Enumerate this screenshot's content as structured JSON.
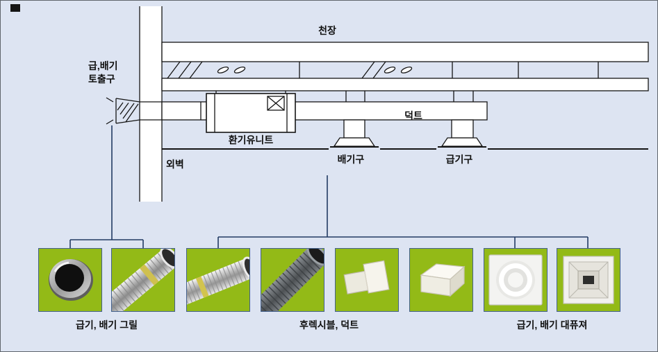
{
  "page": {
    "background_color": "#dde4f2",
    "border_color": "#60656c"
  },
  "diagram": {
    "line_color": "#141414",
    "connector_color": "#223a63",
    "labels": {
      "ceiling": "천장",
      "outlet_line1": "급,배기",
      "outlet_line2": "토출구",
      "vent_unit": "환기유니트",
      "duct": "덕트",
      "exhaust_vent": "배기구",
      "supply_vent": "급기구",
      "outer_wall": "외벽"
    }
  },
  "product_groups": [
    {
      "label": "급기, 배기 그릴",
      "items": [
        {
          "icon": "round-grille-photo"
        },
        {
          "icon": "flexible-duct-photo"
        }
      ]
    },
    {
      "label": "후렉시블, 덕트",
      "items": [
        {
          "icon": "flexible-duct-photo"
        },
        {
          "icon": "corrugated-duct-photo"
        },
        {
          "icon": "elbow-fitting-photo"
        },
        {
          "icon": "duct-box-photo"
        }
      ]
    },
    {
      "label": "급기, 배기 대퓨져",
      "items": [
        {
          "icon": "round-diffuser-photo"
        },
        {
          "icon": "square-diffuser-photo"
        }
      ]
    }
  ],
  "tile_background": "#93ba17"
}
